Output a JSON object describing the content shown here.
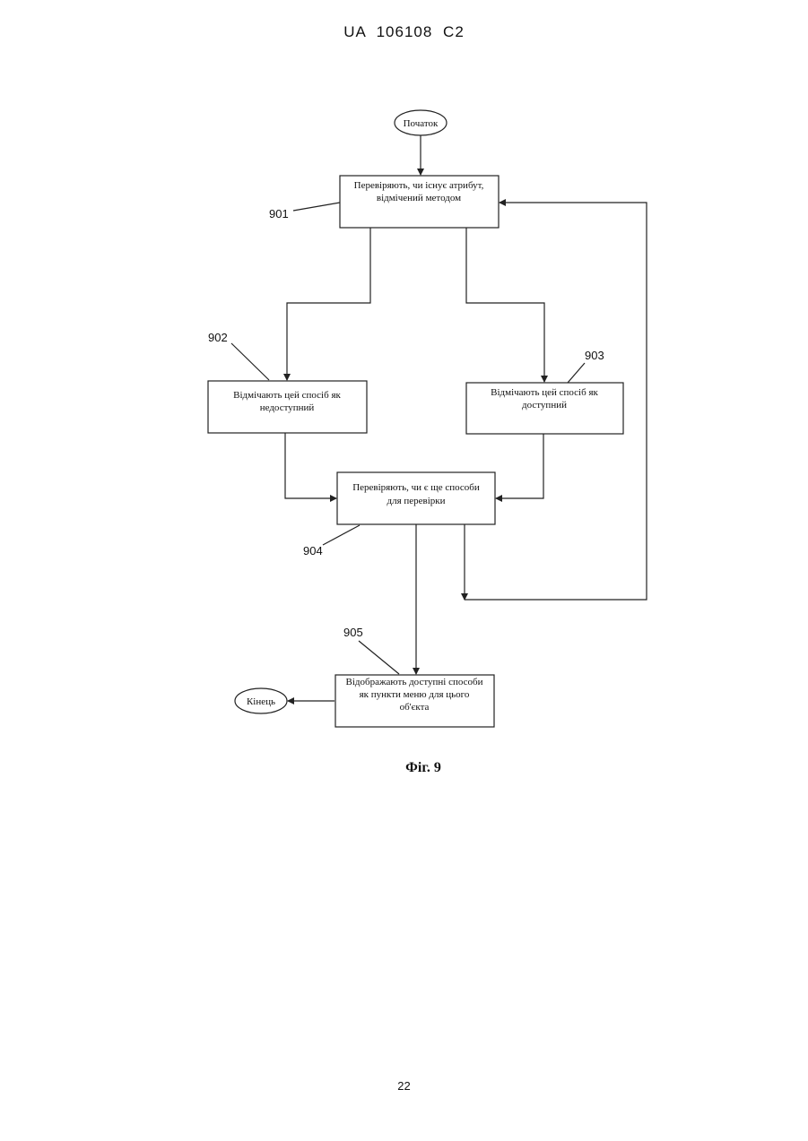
{
  "header": {
    "text": "UA 106108 C2"
  },
  "page_number": "22",
  "diagram": {
    "start": "Початок",
    "end": "Кінець",
    "box_901": {
      "line1": "Перевіряють, чи існує атрибут,",
      "line2": "відмічений методом",
      "ref": "901"
    },
    "box_902": {
      "line1": "Відмічають цей спосіб як",
      "line2": "недоступний",
      "ref": "902"
    },
    "box_903": {
      "line1": "Відмічають цей спосіб як",
      "line2": "доступний",
      "ref": "903"
    },
    "box_904": {
      "line1": "Перевіряють, чи є ще способи",
      "line2": "для перевірки",
      "ref": "904"
    },
    "box_905": {
      "line1": "Відображають доступні способи",
      "line2": "як пункти меню для цього",
      "line3": "об'єкта",
      "ref": "905"
    },
    "caption": "Фіг. 9"
  }
}
